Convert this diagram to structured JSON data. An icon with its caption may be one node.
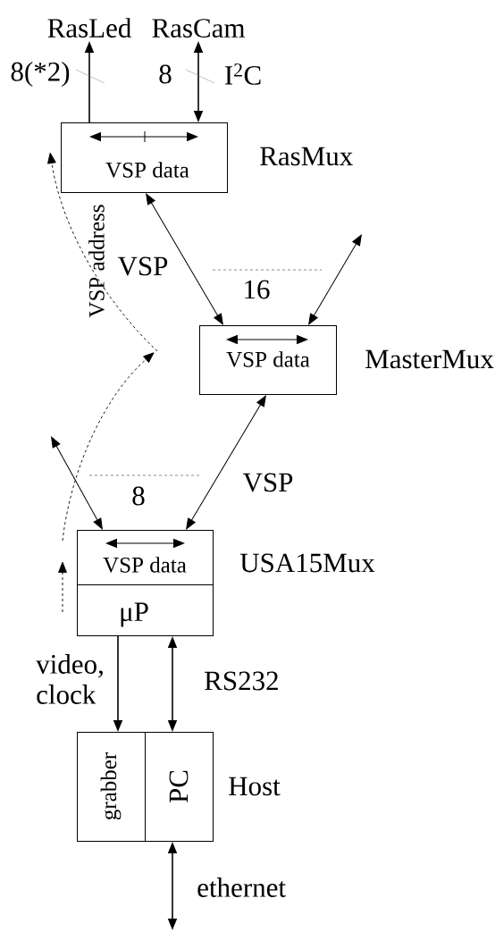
{
  "diagram": {
    "nodes": [
      {
        "text": [
          "RasLed"
        ]
      },
      {
        "text": [
          "RasCam"
        ]
      },
      {
        "text": [
          "VSP data"
        ],
        "beside": [
          "RasMux"
        ]
      },
      {
        "text": [
          "VSP data"
        ],
        "beside": [
          "MasterMux"
        ]
      },
      {
        "text": [
          "VSP data"
        ],
        "beside": [
          "USA15Mux"
        ]
      },
      {
        "text": [
          "μP"
        ]
      },
      {
        "text": [
          "Host"
        ]
      },
      {
        "text": [
          "grabber"
        ],
        "in": 6
      },
      {
        "text": [
          "PC"
        ],
        "in": 6
      }
    ],
    "edges": [
      {
        "from": 2,
        "to": 0,
        "arrow": "to"
      },
      {
        "from": 2,
        "to": 1,
        "arrow": "both"
      },
      {
        "from": 2,
        "to": 3,
        "arrow": "both",
        "label": "VSP"
      },
      {
        "from": 3,
        "to": null,
        "arrow": "both"
      },
      {
        "from": null,
        "to": 4,
        "arrow": "both"
      },
      {
        "from": 3,
        "to": 4,
        "arrow": "both",
        "label": "VSP"
      },
      {
        "from": 5,
        "to": 7,
        "arrow": "to",
        "label": "video, clock"
      },
      {
        "from": 5,
        "to": 8,
        "arrow": "both",
        "label": "RS232"
      },
      {
        "from": 8,
        "to": null,
        "arrow": "both",
        "label": "ethernet"
      }
    ],
    "labels": [
      "8(*2)",
      "8",
      "I$^{2}$C",
      "16",
      "VSP address",
      "8"
    ]
  }
}
